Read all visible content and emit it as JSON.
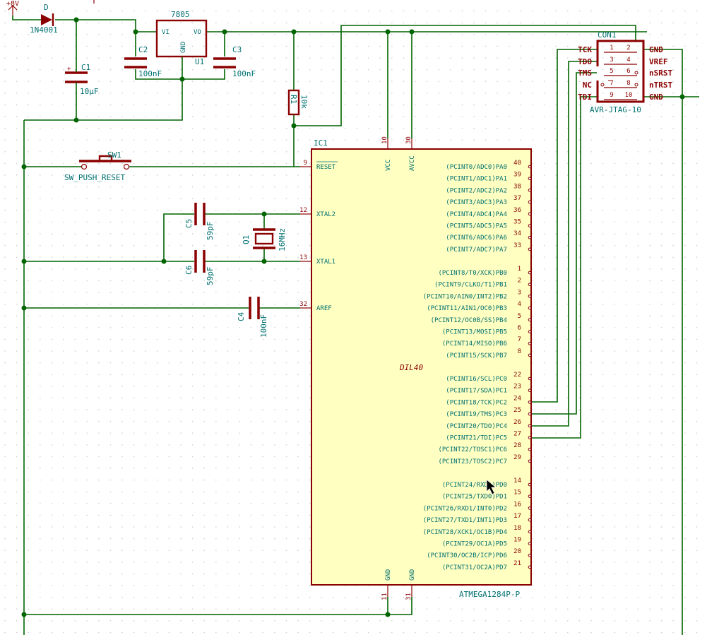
{
  "power": {
    "label": "+8V"
  },
  "diode": {
    "ref": "D",
    "value": "1N4001"
  },
  "regulator": {
    "value": "7805",
    "ref": "U1",
    "pin_vi": "VI",
    "pin_vo": "VO",
    "pin_gnd": "GND"
  },
  "capacitors": {
    "c1": {
      "ref": "C1",
      "value": "10µF"
    },
    "c2": {
      "ref": "C2",
      "value": "100nF"
    },
    "c3": {
      "ref": "C3",
      "value": "100nF"
    },
    "c4": {
      "ref": "C4",
      "value": "100nF"
    },
    "c5": {
      "ref": "C5",
      "value": "59pF"
    },
    "c6": {
      "ref": "C6",
      "value": "59pF"
    }
  },
  "resistor": {
    "ref": "R1",
    "value": "10k"
  },
  "crystal": {
    "ref": "Q1",
    "value": "16MHz"
  },
  "switch": {
    "ref": "SW1",
    "value": "SW_PUSH_RESET"
  },
  "ic": {
    "ref": "IC1",
    "value": "ATMEGA1284P-P",
    "package": "DIL40",
    "left_pins": [
      {
        "num": "9",
        "name": "RESET"
      },
      {
        "num": "12",
        "name": "XTAL2"
      },
      {
        "num": "13",
        "name": "XTAL1"
      },
      {
        "num": "32",
        "name": "AREF"
      }
    ],
    "top_pins": [
      {
        "num": "10",
        "name": "VCC"
      },
      {
        "num": "30",
        "name": "AVCC"
      }
    ],
    "bottom_pins": [
      {
        "num": "11",
        "name": "GND"
      },
      {
        "num": "31",
        "name": "GND"
      }
    ],
    "right_pins": [
      {
        "num": "40",
        "name": "(PCINT0/ADC0)PA0"
      },
      {
        "num": "39",
        "name": "(PCINT1/ADC1)PA1"
      },
      {
        "num": "38",
        "name": "(PCINT2/ADC2)PA2"
      },
      {
        "num": "37",
        "name": "(PCINT3/ADC3)PA3"
      },
      {
        "num": "36",
        "name": "(PCINT4/ADC4)PA4"
      },
      {
        "num": "35",
        "name": "(PCINT5/ADC5)PA5"
      },
      {
        "num": "34",
        "name": "(PCINT6/ADC6)PA6"
      },
      {
        "num": "33",
        "name": "(PCINT7/ADC7)PA7"
      },
      {
        "num": "1",
        "name": "(PCINT8/T0/XCK)PB0"
      },
      {
        "num": "2",
        "name": "(PCINT9/CLKO/T1)PB1"
      },
      {
        "num": "3",
        "name": "(PCINT10/AIN0/INT2)PB2"
      },
      {
        "num": "4",
        "name": "(PCINT11/AIN1/OC0)PB3"
      },
      {
        "num": "5",
        "name": "(PCINT12/OC0B/SS)PB4"
      },
      {
        "num": "6",
        "name": "(PCINT13/MOSI)PB5"
      },
      {
        "num": "7",
        "name": "(PCINT14/MISO)PB6"
      },
      {
        "num": "8",
        "name": "(PCINT15/SCK)PB7"
      },
      {
        "num": "22",
        "name": "(PCINT16/SCL)PC0"
      },
      {
        "num": "23",
        "name": "(PCINT17/SDA)PC1"
      },
      {
        "num": "24",
        "name": "(PCINT18/TCK)PC2"
      },
      {
        "num": "25",
        "name": "(PCINT19/TMS)PC3"
      },
      {
        "num": "26",
        "name": "(PCINT20/TDO)PC4"
      },
      {
        "num": "27",
        "name": "(PCINT21/TDI)PC5"
      },
      {
        "num": "28",
        "name": "(PCINT22/TOSC1)PC6"
      },
      {
        "num": "29",
        "name": "(PCINT23/TOSC2)PC7"
      },
      {
        "num": "14",
        "name": "(PCINT24/RXD0)PD0"
      },
      {
        "num": "15",
        "name": "(PCINT25/TXD0)PD1"
      },
      {
        "num": "16",
        "name": "(PCINT26/RXD1/INT0)PD2"
      },
      {
        "num": "17",
        "name": "(PCINT27/TXD1/INT1)PD3"
      },
      {
        "num": "18",
        "name": "(PCINT28/XCK1/OC1B)PD4"
      },
      {
        "num": "19",
        "name": "(PCINT29/OC1A)PD5"
      },
      {
        "num": "20",
        "name": "(PCINT30/OC2B/ICP)PD6"
      },
      {
        "num": "21",
        "name": "(PCINT31/OC2A)PD7"
      }
    ]
  },
  "connector": {
    "ref": "CON1",
    "value": "AVR-JTAG-10",
    "left_labels": [
      "TCK",
      "TDO",
      "TMS",
      "NC",
      "TDI"
    ],
    "left_pin_nums": [
      "1",
      "3",
      "5",
      "7",
      "9"
    ],
    "right_pin_nums": [
      "2",
      "4",
      "6",
      "8",
      "10"
    ],
    "right_labels": [
      "GND",
      "VREF",
      "nSRST",
      "nTRST",
      "GND"
    ]
  },
  "colors": {
    "wire": "#006400",
    "body": "#8b0000",
    "ic_fill": "#ffffc2",
    "text": "#007070",
    "grid": "#c8c8c8"
  }
}
